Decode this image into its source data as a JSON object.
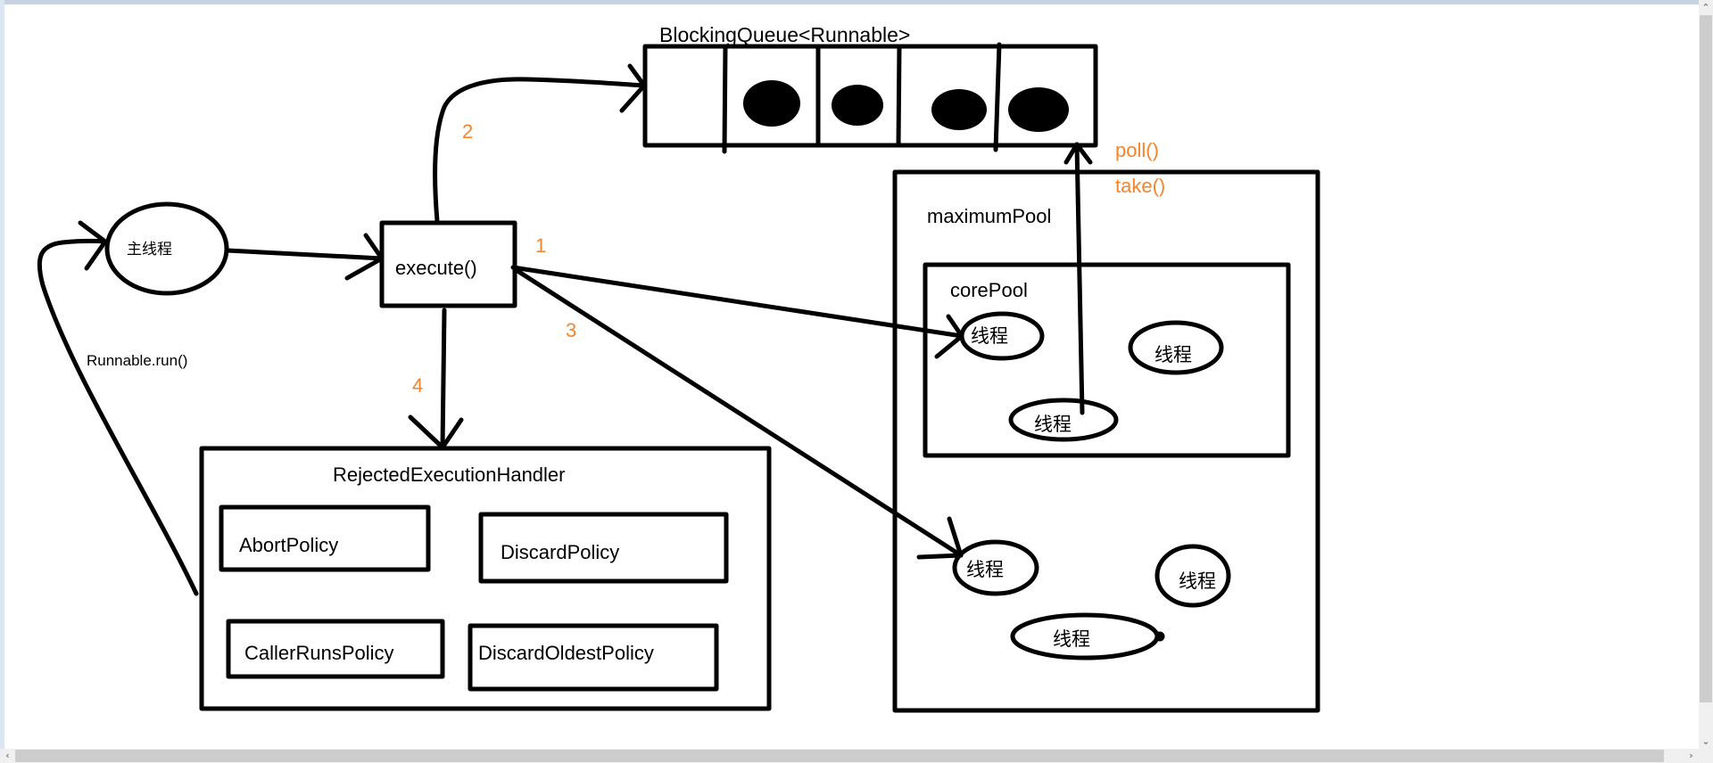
{
  "diagram": {
    "title": "ThreadPoolExecutor execution flow",
    "queue": {
      "label": "BlockingQueue<Runnable>",
      "slots": [
        false,
        true,
        true,
        true,
        true
      ]
    },
    "main_thread": {
      "label": "主线程"
    },
    "execute": {
      "label": "execute()"
    },
    "runnable_run": {
      "label": "Runnable.run()"
    },
    "steps": {
      "s1": "1",
      "s2": "2",
      "s3": "3",
      "s4": "4"
    },
    "poll_label": "poll()",
    "take_label": "take()",
    "maximum_pool": {
      "label": "maximumPool",
      "threads": [
        "线程",
        "线程",
        "线程"
      ]
    },
    "core_pool": {
      "label": "corePool",
      "threads": [
        "线程",
        "线程",
        "线程"
      ]
    },
    "rejected_handler": {
      "label": "RejectedExecutionHandler",
      "policies": [
        "AbortPolicy",
        "DiscardPolicy",
        "CallerRunsPolicy",
        "DiscardOldestPolicy"
      ]
    },
    "colors": {
      "step": "#f5842a",
      "stroke": "#000000"
    }
  },
  "scrollbars": {
    "up": "⌃",
    "down": "⌄",
    "left": "‹",
    "right": "›"
  }
}
